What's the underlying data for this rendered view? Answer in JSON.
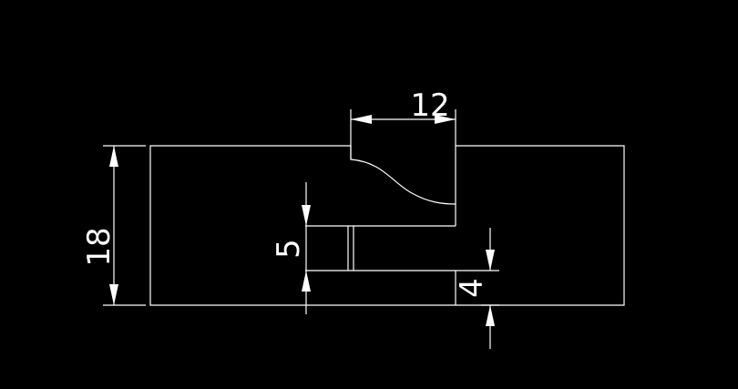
{
  "drawing": {
    "background": "#000000",
    "line_color": "#ffffff",
    "dimensions": {
      "top_width": "12",
      "overall_height": "18",
      "slot_height": "5",
      "step_height": "4"
    }
  }
}
